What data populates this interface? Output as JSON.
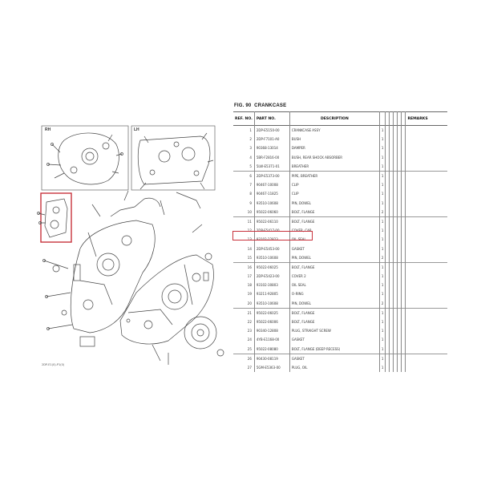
{
  "fig": {
    "label": "FIG. 90",
    "title": "CRANKCASE"
  },
  "diagram": {
    "caption": "2DP-E1(0)-P1(0)",
    "inset_left_label": "RH",
    "inset_right_label": "LH",
    "accent_color": "#c8323c"
  },
  "table": {
    "headers": {
      "ref_no": "REF. NO.",
      "part_no": "PART NO.",
      "description": "DESCRIPTION",
      "remarks": "REMARKS"
    },
    "rows": [
      {
        "no": "1",
        "part": "2DP-E5150-00",
        "desc": "CRANKCASE ASSY",
        "qty": "1"
      },
      {
        "no": "2",
        "part": "2DP-F7101-A0",
        "desc": "BUSH",
        "qty": "1"
      },
      {
        "no": "3",
        "part": "90368-13014",
        "desc": "DAMPER",
        "qty": "1"
      },
      {
        "no": "4",
        "part": "5BR-F2816-00",
        "desc": "BUSH, REAR SHOCK ABSORBER",
        "qty": "1"
      },
      {
        "no": "5",
        "part": "5LW-E5371-01",
        "desc": "BREATHER",
        "qty": "1"
      },
      {
        "no": "6",
        "part": "2DP-E5373-00",
        "desc": "PIPE, BREATHER",
        "qty": "1"
      },
      {
        "no": "7",
        "part": "90467-10008",
        "desc": "CLIP",
        "qty": "1"
      },
      {
        "no": "8",
        "part": "90467-11825",
        "desc": "CLIP",
        "qty": "1"
      },
      {
        "no": "9",
        "part": "93510-10608",
        "desc": "PIN, DOWEL",
        "qty": "1"
      },
      {
        "no": "10",
        "part": "95022-06060",
        "desc": "BOLT, FLANGE",
        "qty": "2"
      },
      {
        "no": "11",
        "part": "95022-06110",
        "desc": "BOLT, FLANGE",
        "qty": "1"
      },
      {
        "no": "12",
        "part": "2DP-E5417-00",
        "desc": "COVER, CAP",
        "qty": "1"
      },
      {
        "no": "13",
        "part": "93102-22823",
        "desc": "OIL SEAL",
        "qty": "1"
      },
      {
        "no": "14",
        "part": "2DP-E5453-00",
        "desc": "GASKET",
        "qty": "1"
      },
      {
        "no": "15",
        "part": "93510-10608",
        "desc": "PIN, DOWEL",
        "qty": "2"
      },
      {
        "no": "16",
        "part": "95022-06025",
        "desc": "BOLT, FLANGE",
        "qty": "1"
      },
      {
        "no": "17",
        "part": "2DP-E5423-00",
        "desc": "COVER 2",
        "qty": "1"
      },
      {
        "no": "18",
        "part": "93102-30803",
        "desc": "OIL SEAL",
        "qty": "1"
      },
      {
        "no": "19",
        "part": "93211-92805",
        "desc": "O-RING",
        "qty": "1"
      },
      {
        "no": "20",
        "part": "93510-10608",
        "desc": "PIN, DOWEL",
        "qty": "2"
      },
      {
        "no": "21",
        "part": "95022-06025",
        "desc": "BOLT, FLANGE",
        "qty": "1"
      },
      {
        "no": "22",
        "part": "95022-06006",
        "desc": "BOLT, FLANGE",
        "qty": "1"
      },
      {
        "no": "23",
        "part": "90340-12808",
        "desc": "PLUG, STRAIGHT SCREW",
        "qty": "1"
      },
      {
        "no": "24",
        "part": "4YB-E1168-00",
        "desc": "GASKET",
        "qty": "1"
      },
      {
        "no": "25",
        "part": "95022-08080",
        "desc": "BOLT, FLANGE (DEEP RECESS)",
        "qty": "1"
      },
      {
        "no": "26",
        "part": "90430-08119",
        "desc": "GASKET",
        "qty": "1"
      },
      {
        "no": "27",
        "part": "5GM-E5363-00",
        "desc": "PLUG, OIL",
        "qty": "1"
      }
    ]
  }
}
